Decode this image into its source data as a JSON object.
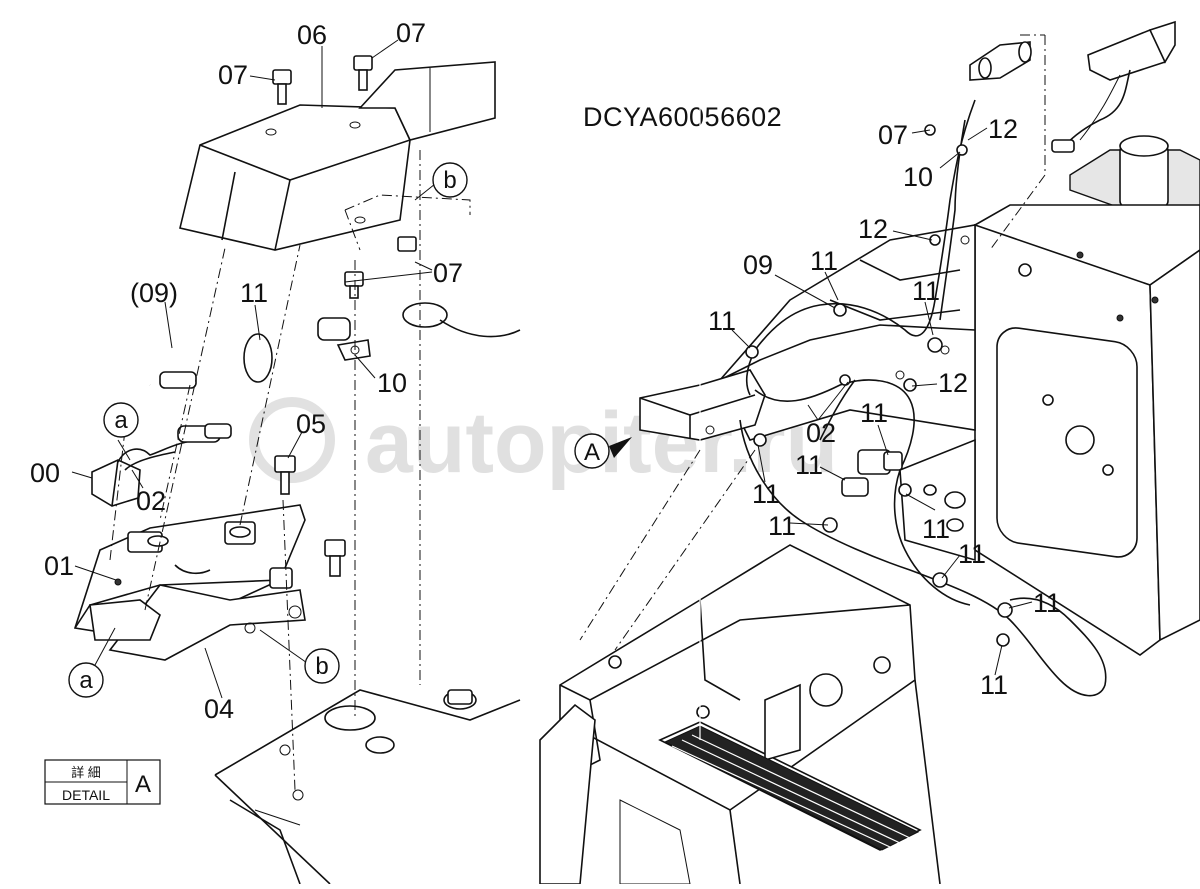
{
  "drawing_code": "DCYA60056602",
  "watermark": "autopiter.ru",
  "detail_box": {
    "jp": "詳 細",
    "en": "DETAIL",
    "ref": "A"
  },
  "callouts": {
    "left": {
      "c06": "06",
      "c07_top_left": "07",
      "c07_top_right": "07",
      "c07_mid": "07",
      "c09": "(09)",
      "c11": "11",
      "c10": "10",
      "c05": "05",
      "c00": "00",
      "c02": "02",
      "c01": "01",
      "c04": "04"
    },
    "right": {
      "c07": "07",
      "c12_top": "12",
      "c10": "10",
      "c12_mid": "12",
      "c09": "09",
      "c11_a": "11",
      "c11_b": "11",
      "c11_c": "11",
      "c12_low": "12",
      "c02": "02",
      "c11_d": "11",
      "c11_e": "11",
      "c11_f": "11",
      "c11_g": "11",
      "c11_h": "11",
      "c11_i": "11",
      "c11_j": "11",
      "c11_k": "11"
    }
  },
  "circle_refs": {
    "a_top": "a",
    "a_bottom": "a",
    "b_top": "b",
    "b_bottom": "b",
    "A_view": "A"
  }
}
